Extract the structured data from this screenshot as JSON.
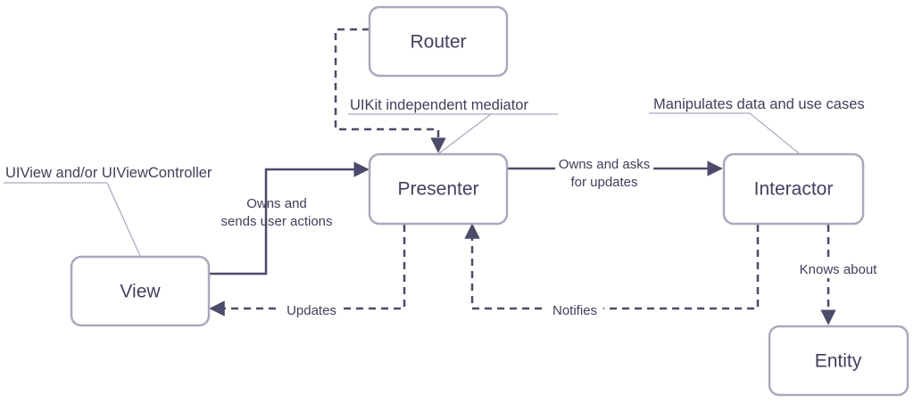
{
  "boxes": {
    "router": "Router",
    "presenter": "Presenter",
    "interactor": "Interactor",
    "view": "View",
    "entity": "Entity"
  },
  "annotations": {
    "view_note": "UIView and/or UIViewController",
    "presenter_note": "UIKit independent mediator",
    "interactor_note": "Manipulates data and use cases"
  },
  "edges": {
    "view_to_presenter": [
      "Owns and",
      "sends user actions"
    ],
    "presenter_to_interactor": [
      "Owns and asks",
      "for updates"
    ],
    "updates": "Updates",
    "notifies": "Notifies",
    "knows_about": "Knows about"
  }
}
